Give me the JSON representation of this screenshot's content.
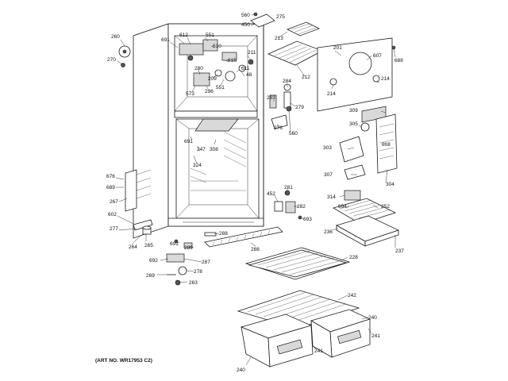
{
  "diagram": {
    "art_number": "(ART NO. WR17953 C2)",
    "labels": [
      {
        "id": "560a",
        "text": "560"
      },
      {
        "id": "275",
        "text": "275"
      },
      {
        "id": "450",
        "text": "450"
      },
      {
        "id": "213",
        "text": "213"
      },
      {
        "id": "260",
        "text": "260"
      },
      {
        "id": "270",
        "text": "270"
      },
      {
        "id": "691a",
        "text": "691"
      },
      {
        "id": "612",
        "text": "612"
      },
      {
        "id": "551a",
        "text": "551"
      },
      {
        "id": "610",
        "text": "610"
      },
      {
        "id": "211",
        "text": "211"
      },
      {
        "id": "201",
        "text": "201"
      },
      {
        "id": "607",
        "text": "607"
      },
      {
        "id": "688",
        "text": "688"
      },
      {
        "id": "615",
        "text": "615"
      },
      {
        "id": "280",
        "text": "280"
      },
      {
        "id": "611",
        "text": "611"
      },
      {
        "id": "209",
        "text": "209"
      },
      {
        "id": "48",
        "text": "48"
      },
      {
        "id": "212",
        "text": "212"
      },
      {
        "id": "214a",
        "text": "214"
      },
      {
        "id": "214b",
        "text": "214"
      },
      {
        "id": "573",
        "text": "573"
      },
      {
        "id": "296",
        "text": "296"
      },
      {
        "id": "551b",
        "text": "551"
      },
      {
        "id": "284",
        "text": "284"
      },
      {
        "id": "283",
        "text": "283"
      },
      {
        "id": "279",
        "text": "279"
      },
      {
        "id": "309",
        "text": "309"
      },
      {
        "id": "276",
        "text": "276"
      },
      {
        "id": "560b",
        "text": "560"
      },
      {
        "id": "305",
        "text": "305"
      },
      {
        "id": "691b",
        "text": "691"
      },
      {
        "id": "247",
        "text": "247"
      },
      {
        "id": "308",
        "text": "308"
      },
      {
        "id": "303",
        "text": "303"
      },
      {
        "id": "608",
        "text": "608"
      },
      {
        "id": "324",
        "text": "324"
      },
      {
        "id": "307",
        "text": "307"
      },
      {
        "id": "304",
        "text": "304"
      },
      {
        "id": "676",
        "text": "676"
      },
      {
        "id": "689",
        "text": "689"
      },
      {
        "id": "281",
        "text": "281"
      },
      {
        "id": "452",
        "text": "452"
      },
      {
        "id": "314",
        "text": "314"
      },
      {
        "id": "267",
        "text": "267"
      },
      {
        "id": "282",
        "text": "282"
      },
      {
        "id": "694",
        "text": "694"
      },
      {
        "id": "252",
        "text": "252"
      },
      {
        "id": "693",
        "text": "693"
      },
      {
        "id": "602",
        "text": "602"
      },
      {
        "id": "277",
        "text": "277"
      },
      {
        "id": "265",
        "text": "265"
      },
      {
        "id": "236",
        "text": "236"
      },
      {
        "id": "264",
        "text": "264"
      },
      {
        "id": "691c",
        "text": "691"
      },
      {
        "id": "288a",
        "text": "288"
      },
      {
        "id": "289",
        "text": "289"
      },
      {
        "id": "237",
        "text": "237"
      },
      {
        "id": "288b",
        "text": "288"
      },
      {
        "id": "228",
        "text": "228"
      },
      {
        "id": "692",
        "text": "692"
      },
      {
        "id": "287",
        "text": "287"
      },
      {
        "id": "278",
        "text": "278"
      },
      {
        "id": "269",
        "text": "269"
      },
      {
        "id": "263",
        "text": "263"
      },
      {
        "id": "242",
        "text": "242"
      },
      {
        "id": "240a",
        "text": "240"
      },
      {
        "id": "241a",
        "text": "241"
      },
      {
        "id": "241b",
        "text": "241"
      },
      {
        "id": "240b",
        "text": "240"
      }
    ]
  }
}
